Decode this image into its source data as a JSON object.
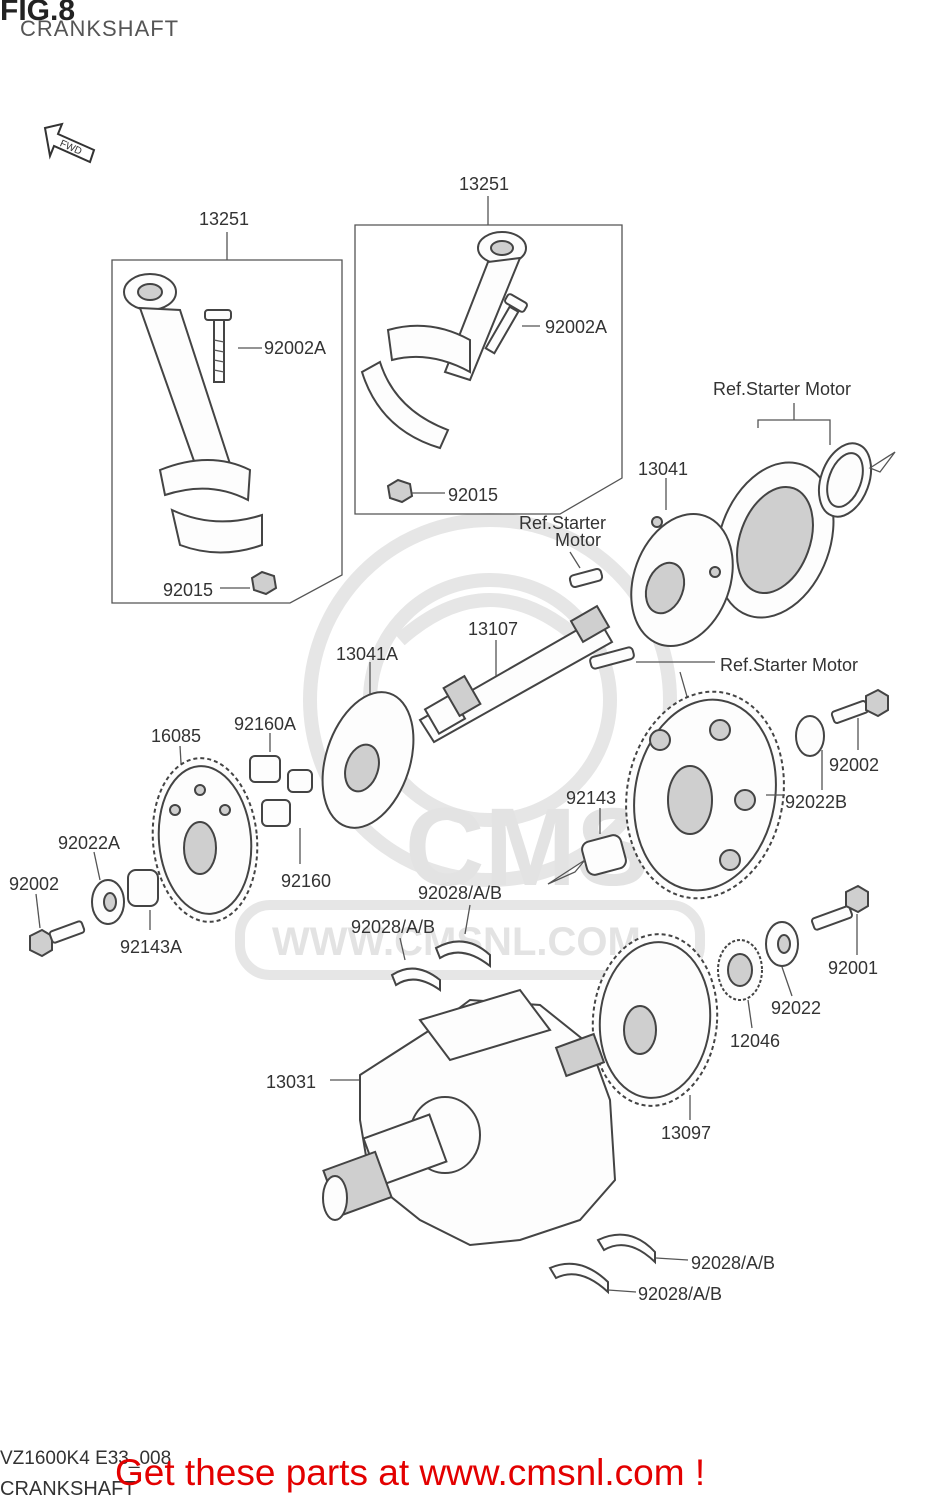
{
  "header": {
    "fig_number": "FIG.8",
    "subtitle": "CRANKSHAFT"
  },
  "fwd_label": "FWD",
  "watermark": {
    "brand": "CMS",
    "url": "WWW.CMSNL.COM"
  },
  "part_labels": {
    "rod_left": "13251",
    "rod_right": "13251",
    "bolt_left": "92002A",
    "bolt_right": "92002A",
    "nut_left": "92015",
    "nut_right": "92015",
    "ref_starter_top": "Ref.Starter Motor",
    "coupling": "13041",
    "ref_starter_mid_1": "Ref.Starter",
    "ref_starter_mid_2": "Motor",
    "shaft": "13107",
    "ref_starter_bolt": "Ref.Starter Motor",
    "coupling_a": "13041A",
    "damper_a": "92160A",
    "gear_left": "16085",
    "damper": "92160",
    "washer_a": "92022A",
    "bolt_left_lower": "92002",
    "collar_a": "92143A",
    "bearing_upper_1": "92028/A/B",
    "bearing_upper_2": "92028/A/B",
    "collar": "92143",
    "bolt_right_upper": "92002",
    "washer_b": "92022B",
    "bolt_right_lower": "92001",
    "washer": "92022",
    "gear_small": "12046",
    "crankshaft": "13031",
    "gear_large": "13097",
    "bearing_lower_1": "92028/A/B",
    "bearing_lower_2": "92028/A/B"
  },
  "footer": {
    "code": "VZ1600K4 E33_008",
    "subtitle": "CRANKSHAFT",
    "promo": "Get these parts at www.cmsnl.com !"
  }
}
